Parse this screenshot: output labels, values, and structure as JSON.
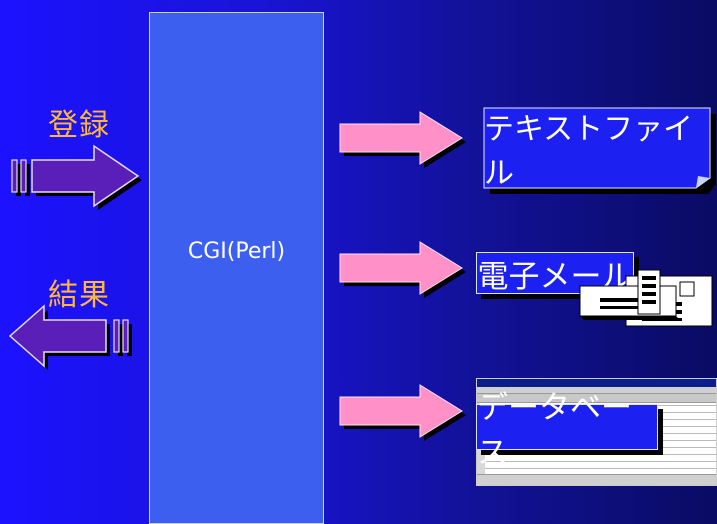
{
  "left": {
    "register_label": "登録",
    "result_label": "結果"
  },
  "center": {
    "label": "CGI(Perl)"
  },
  "outputs": {
    "text_file": "テキストファイル",
    "email": "電子メール",
    "database": "データベース"
  },
  "colors": {
    "input_arrow": "#5a1fb8",
    "output_arrow": "#ff90c8",
    "label_orange": "#ffb63a",
    "card_blue": "#1c20f0"
  }
}
